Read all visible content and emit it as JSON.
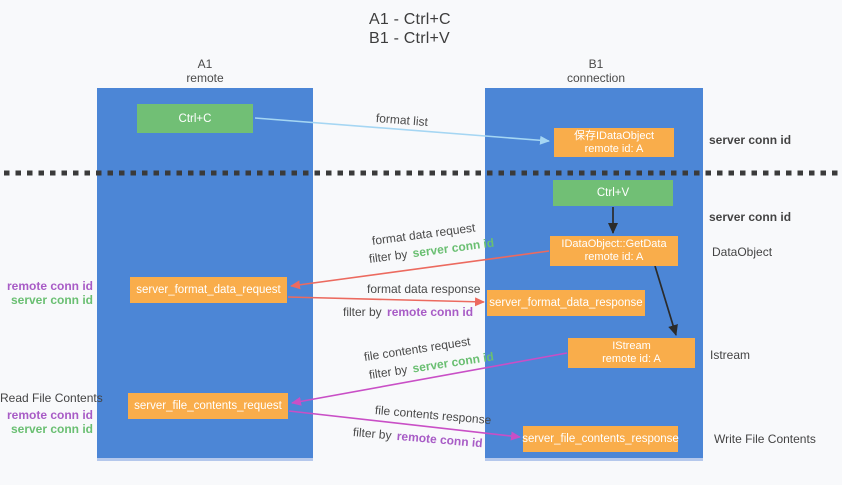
{
  "title": {
    "line1": "A1 - Ctrl+C",
    "line2": "B1 - Ctrl+V"
  },
  "lanes": {
    "left": {
      "name": "A1",
      "role": "remote"
    },
    "right": {
      "name": "B1",
      "role": "connection"
    }
  },
  "nodes": {
    "ctrl_c": "Ctrl+C",
    "ctrl_v": "Ctrl+V",
    "save_dataobject": {
      "title": "保存IDataObject",
      "subtitle": "remote id: A"
    },
    "getdata": {
      "title": "IDataObject::GetData",
      "subtitle": "remote id: A"
    },
    "istream": {
      "title": "IStream",
      "subtitle": "remote id: A"
    },
    "server_format_data_request": "server_format_data_request",
    "server_format_data_response": "server_format_data_response",
    "server_file_contents_request": "server_file_contents_request",
    "server_file_contents_response": "server_file_contents_response"
  },
  "terms": {
    "filter_by": "filter by",
    "server_conn_id": "server conn id",
    "remote_conn_id": "remote conn id"
  },
  "arrow_labels": {
    "format_list": "format list",
    "format_data_request": "format data request",
    "format_data_response": "format data response",
    "file_contents_request": "file contents request",
    "file_contents_response": "file contents response"
  },
  "annotations": {
    "read_file_contents": "Read File Contents",
    "write_file_contents": "Write File Contents",
    "dataobject": "DataObject",
    "istream": "Istream"
  },
  "colors": {
    "lane_blue": "#4c86d6",
    "green_box": "#71bf75",
    "orange_box": "#f9ad4b",
    "arrow_light_blue": "#a5d6f3",
    "arrow_red": "#ec6a5f",
    "arrow_magenta": "#c94fc6",
    "arrow_black": "#2b2b2b",
    "server_conn_id_text": "#6abf72",
    "remote_conn_id_text": "#a85cc6"
  }
}
